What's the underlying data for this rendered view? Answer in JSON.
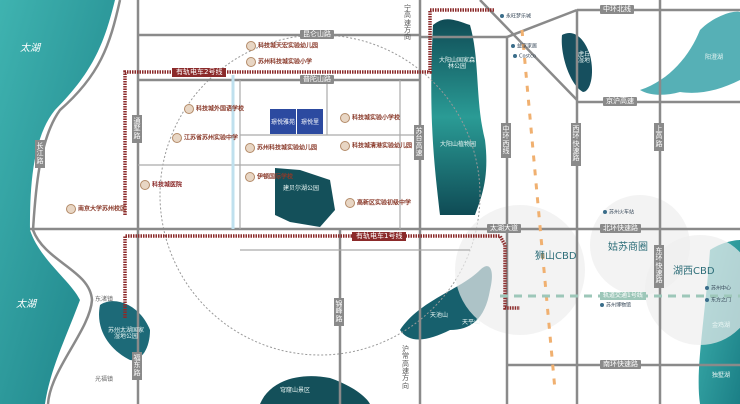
{
  "lakes": {
    "taihu_top": "太湖",
    "taihu_bottom": "太湖",
    "yangcheng": "阳澄湖",
    "jinji": "金鸡湖",
    "dushu": "独墅湖"
  },
  "parks": {
    "dayangshan": "大阳山国家森林公园",
    "botanical": "大阳山植物园",
    "huqiu": "虎丘湿地",
    "tianchi": "天池山",
    "tianping": "天平山",
    "qionglong": "穹窿山景区",
    "wetland": "苏州太湖国家湿地公园",
    "lake_park": "建贝尔湖公园"
  },
  "roads": {
    "kunlunshan": "昆仑山路",
    "putuoshan": "普陀山路",
    "tongshu": "通墅路",
    "taihu_avenue": "太湖大道",
    "zhonghuan_north": "中环北线",
    "jinghu": "京沪高速",
    "zhonghuan_west": "中环西线",
    "xihuan": "西环快速路",
    "shanggao": "上高路",
    "beihuan": "北环快速路",
    "donghuan": "东环快速路",
    "nanhuan": "南环快速路",
    "sutai": "苏台高速",
    "jinfeng": "锦峰路",
    "fudong": "福东路",
    "changjiang": "长江路"
  },
  "directions": {
    "top": "宁高速方向",
    "bottom": "沪常高速方向"
  },
  "tram": {
    "line2": "有轨电车2号线",
    "line1": "有轨电车1号线"
  },
  "metro": {
    "line1": "轨道交通1号线"
  },
  "project": {
    "name_a": "璟悦雅苑",
    "name_b": "璟悦里"
  },
  "schools": [
    "科技城天宏实验幼儿园",
    "苏州科技城实验小学",
    "科技城外国语学校",
    "江苏省苏州实验中学",
    "苏州科技城实验幼儿园",
    "科技城实验小学校",
    "科技城清港实验幼儿园",
    "伊顿国际学校",
    "高新区实验初级中学",
    "南京大学苏州校区"
  ],
  "hospital": "科技城医院",
  "cbd": {
    "shishan": "狮山CBD",
    "gusu": "姑苏商圈",
    "huxi": "湖西CBD"
  },
  "pois": {
    "costco": "Costco",
    "aeon": "永旺梦乐城",
    "yiyuan": "益家家居",
    "suzhou_center": "苏州中心",
    "dongfang": "东方之门",
    "suzhou_station": "苏州火车站",
    "museum": "苏州博物馆"
  },
  "towns": {
    "dongzhu": "东渚镇",
    "guangfu": "光福镇"
  },
  "colors": {
    "lake": "#2a9ea0",
    "road": "#8a8a8a",
    "tram": "#8b2a2a",
    "metro": "#9dc7b9",
    "rail_orange": "#f0b070"
  }
}
